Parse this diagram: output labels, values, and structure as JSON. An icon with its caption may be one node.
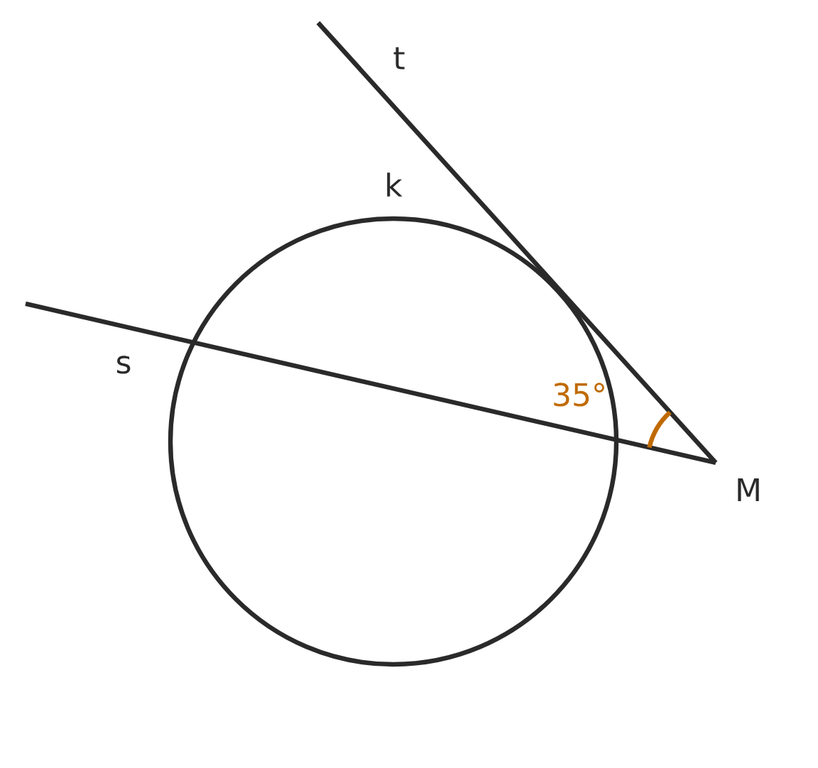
{
  "diagram": {
    "labels": [
      "t",
      "k",
      "s",
      "35°",
      "M"
    ]
  }
}
